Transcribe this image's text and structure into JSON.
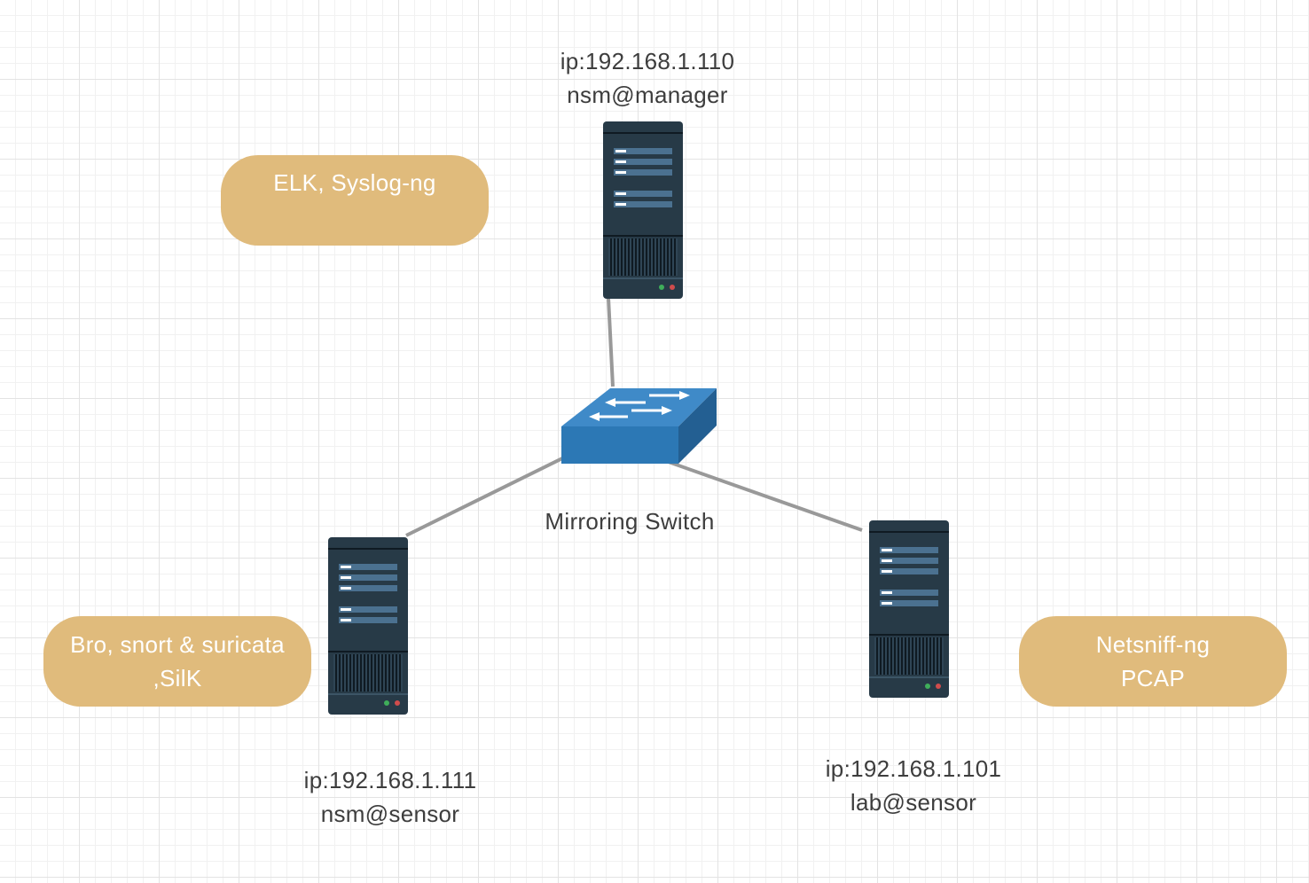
{
  "colors": {
    "pill": "#e0bb7c",
    "pill_text": "#ffffff",
    "server_body": "#273a47",
    "server_bar": "#4b7190",
    "server_stripe": "#0f1a22",
    "switch_top": "#3f8ac8",
    "switch_front": "#2c78b5",
    "switch_side": "#235f92",
    "connector": "#999999"
  },
  "manager": {
    "ip": "ip:192.168.1.110",
    "user": "nsm@manager",
    "icon": "server-icon"
  },
  "sensor_left": {
    "ip": "ip:192.168.1.111",
    "user": "nsm@sensor",
    "icon": "server-icon"
  },
  "sensor_right": {
    "ip": "ip:192.168.1.101",
    "user": "lab@sensor",
    "icon": "server-icon"
  },
  "switch": {
    "label": "Mirroring Switch",
    "icon": "network-switch-icon"
  },
  "tools": {
    "manager": [
      "ELK, Syslog-ng"
    ],
    "sensor_left": [
      "Bro, snort & suricata",
      ",SilK"
    ],
    "sensor_right": [
      "Netsniff-ng",
      "PCAP"
    ]
  }
}
